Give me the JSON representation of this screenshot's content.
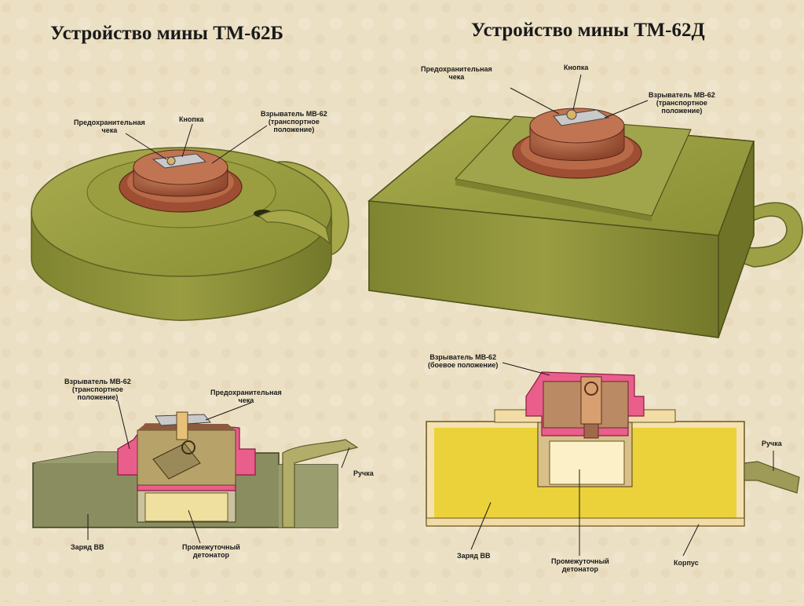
{
  "titles": {
    "left": "Устройство мины ТМ-62Б",
    "right": "Устройство мины ТМ-62Д"
  },
  "tm62b_top": {
    "safety_pin": "Предохранительная\nчека",
    "button": "Кнопка",
    "fuze": "Взрыватель МВ-62\n(транспортное\nположение)"
  },
  "tm62d_top": {
    "safety_pin": "Предохранительная\nчека",
    "button": "Кнопка",
    "fuze": "Взрыватель МВ-62\n(транспортное\nположение)"
  },
  "tm62b_section": {
    "fuze": "Взрыватель МВ-62\n(транспортное\nположение)",
    "safety_pin": "Предохранительная\nчека",
    "handle": "Ручка",
    "charge": "Заряд ВВ",
    "booster": "Промежуточный\nдетонатор"
  },
  "tm62d_section": {
    "fuze": "Взрыватель МВ-62\n(боевое положение)",
    "handle": "Ручка",
    "charge": "Заряд ВВ",
    "booster": "Промежуточный\nдетонатор",
    "body": "Корпус"
  },
  "colors": {
    "background": "#ece0c4",
    "mine_olive": "#8f9438",
    "fuze_brown": "#a4583c",
    "section_pink": "#e05a86",
    "charge_yellow": "#ecd23a"
  }
}
